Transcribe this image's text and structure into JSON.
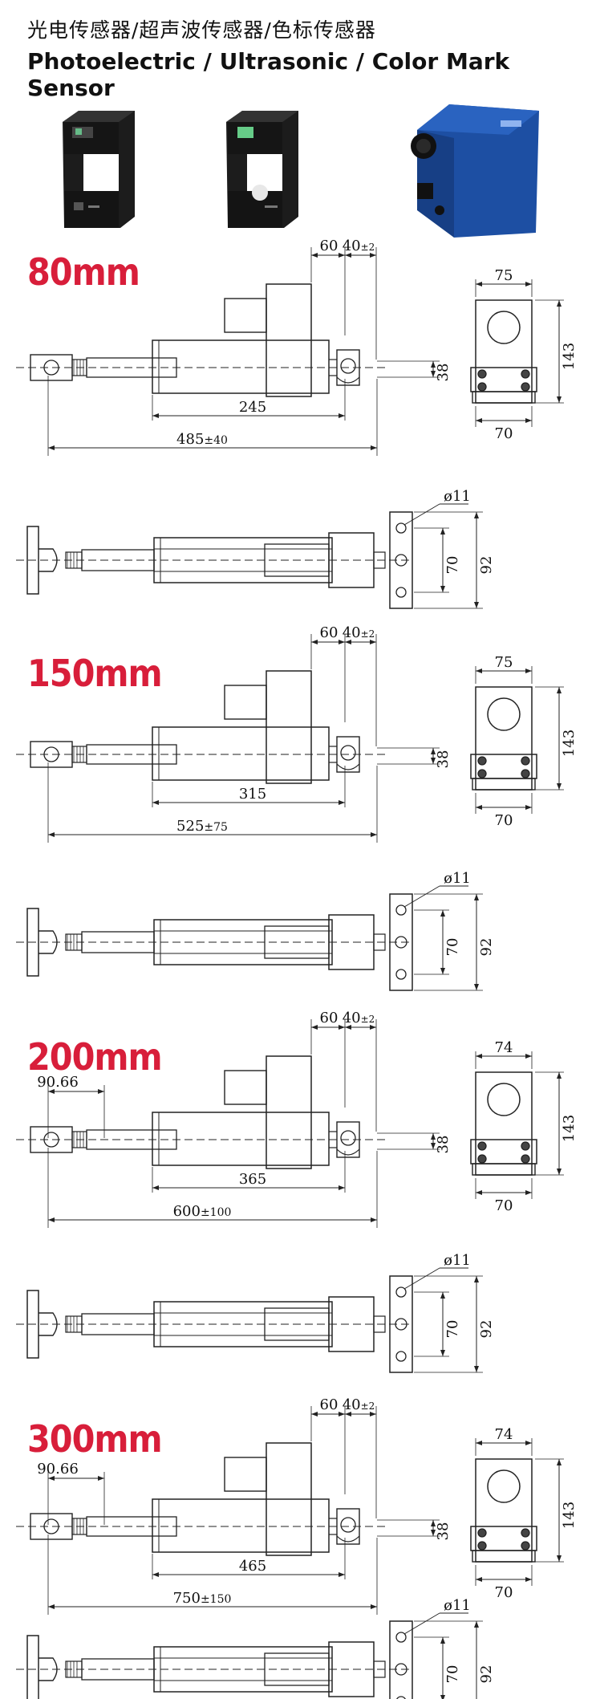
{
  "header": {
    "title_cn": "光电传感器/超声波传感器/色标传感器",
    "title_en": "Photoelectric / Ultrasonic / Color Mark Sensor"
  },
  "products": [
    {
      "icon": "photoelectric-sensor-icon"
    },
    {
      "icon": "ultrasonic-sensor-icon"
    },
    {
      "icon": "color-mark-sensor-icon"
    }
  ],
  "sections": [
    {
      "label": "80mm",
      "top": {
        "d60": "60",
        "d40": "40",
        "d40tol": "±2",
        "d245": "245",
        "dtotal": "485",
        "dtotal_tol": "±40",
        "d75": "75",
        "d143": "143",
        "d38": "38",
        "d70": "70",
        "d9066": ""
      },
      "bottom": {
        "phi": "ø11",
        "d70": "70",
        "d92": "92"
      }
    },
    {
      "label": "150mm",
      "top": {
        "d60": "60",
        "d40": "40",
        "d40tol": "±2",
        "d245": "315",
        "dtotal": "525",
        "dtotal_tol": "±75",
        "d75": "75",
        "d143": "143",
        "d38": "38",
        "d70": "70",
        "d9066": ""
      },
      "bottom": {
        "phi": "ø11",
        "d70": "70",
        "d92": "92"
      }
    },
    {
      "label": "200mm",
      "top": {
        "d60": "60",
        "d40": "40",
        "d40tol": "±2",
        "d245": "365",
        "dtotal": "600",
        "dtotal_tol": "±100",
        "d75": "74",
        "d143": "143",
        "d38": "38",
        "d70": "70",
        "d9066": "90.66"
      },
      "bottom": {
        "phi": "ø11",
        "d70": "70",
        "d92": "92"
      }
    },
    {
      "label": "300mm",
      "top": {
        "d60": "60",
        "d40": "40",
        "d40tol": "±2",
        "d245": "465",
        "dtotal": "750",
        "dtotal_tol": "±150",
        "d75": "74",
        "d143": "143",
        "d38": "38",
        "d70": "70",
        "d9066": "90.66"
      },
      "bottom": {
        "phi": "ø11",
        "d70": "70",
        "d92": "92"
      }
    }
  ],
  "colors": {
    "accent": "#d81e3a",
    "line": "#222222",
    "sensor_black": "#1c1c1c",
    "sensor_blue": "#1d4fa3"
  }
}
